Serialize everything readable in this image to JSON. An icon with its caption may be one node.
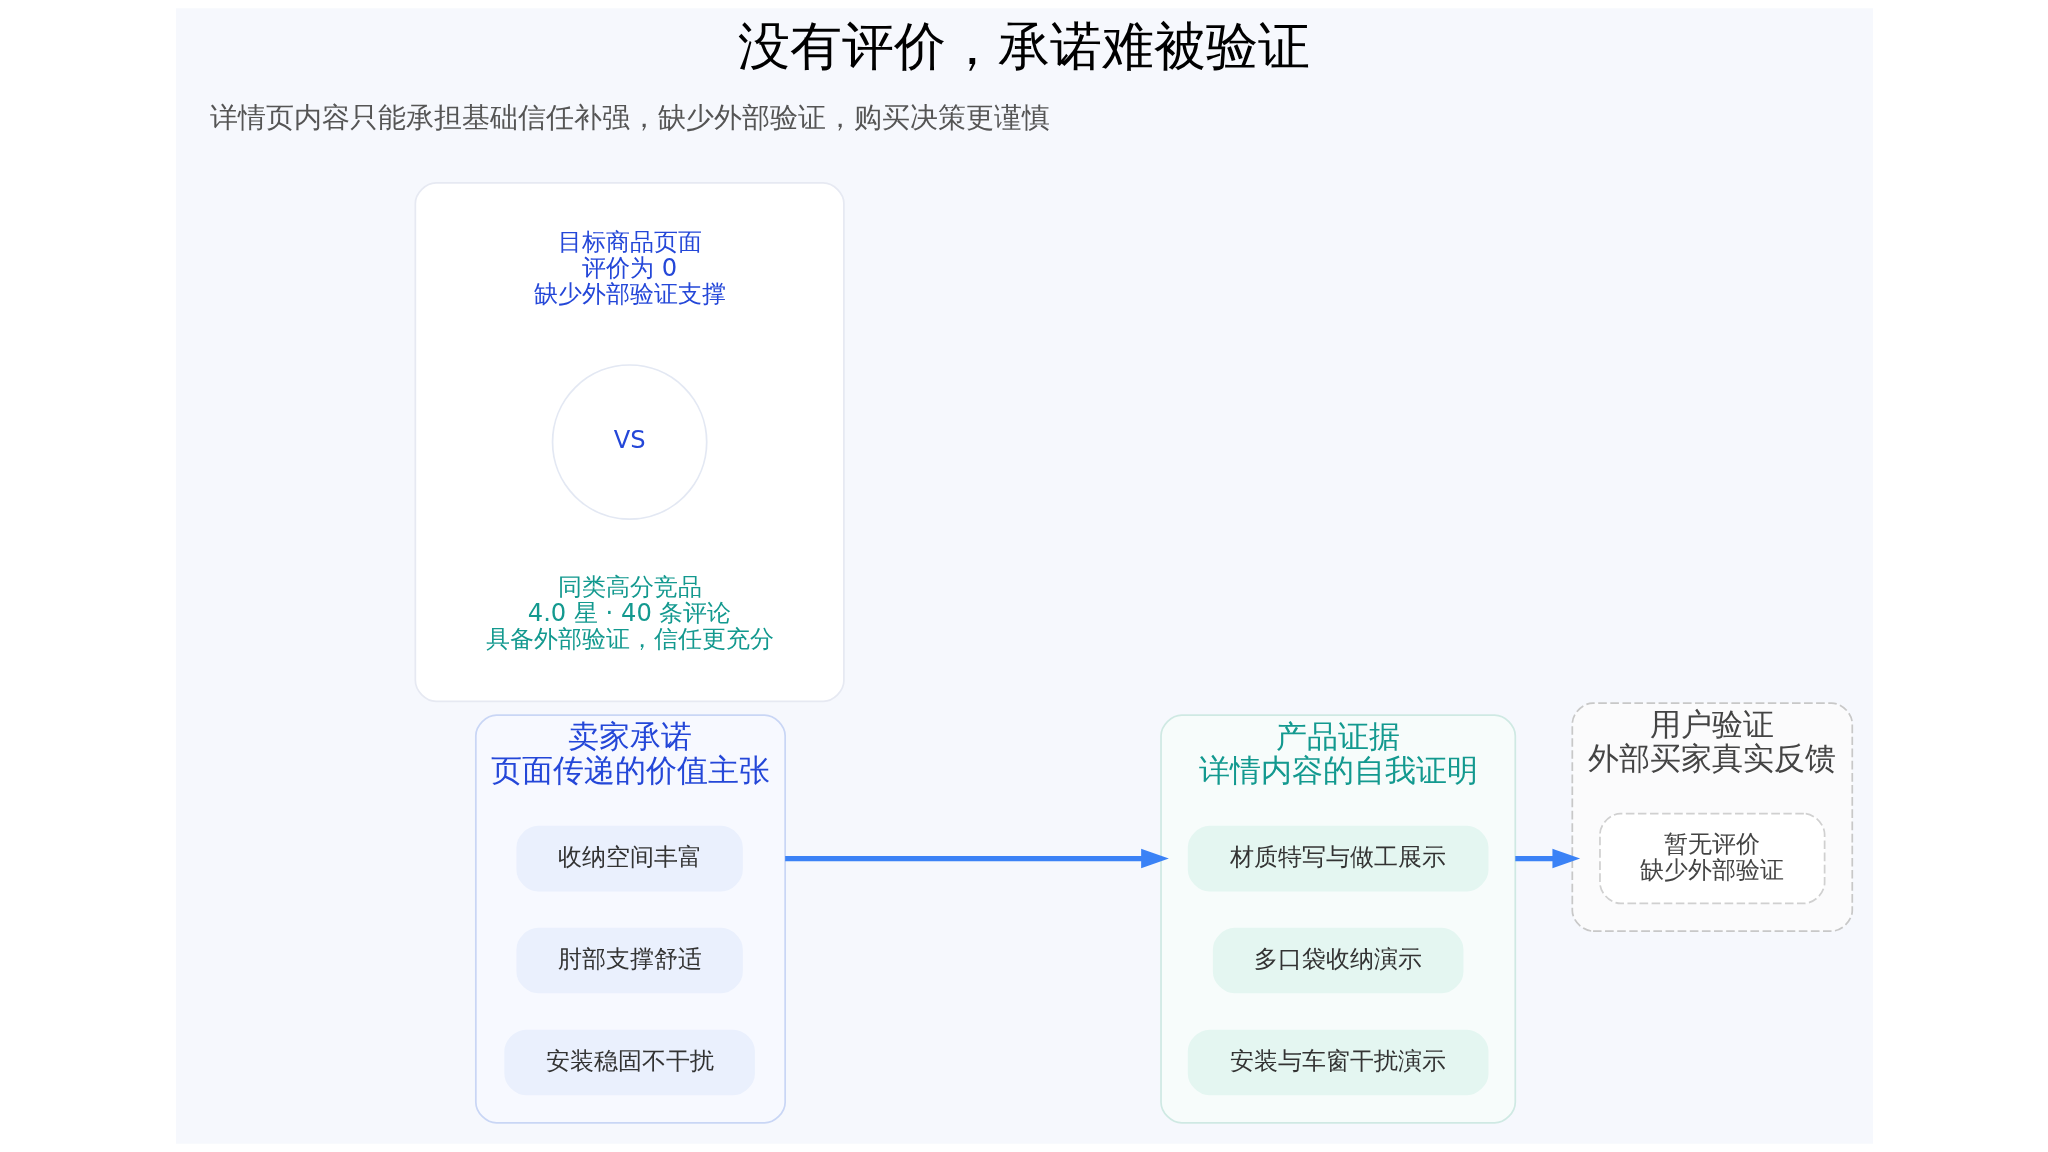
{
  "diagram": {
    "title": "没有评价，承诺难被验证",
    "nodes": [
      {
        "text": [
          "卖家承诺",
          "页面传递的价值主张"
        ]
      },
      {
        "text": [
          "收纳空间丰富"
        ],
        "in": 0
      },
      {
        "text": [
          "肘部支撑舒适"
        ],
        "in": 0
      },
      {
        "text": [
          "安装稳固不干扰"
        ],
        "in": 0
      },
      {
        "text": [
          "产品证据",
          "详情内容的自我证明"
        ]
      },
      {
        "text": [
          "材质特写与做工展示"
        ],
        "in": 4
      },
      {
        "text": [
          "多口袋收纳演示"
        ],
        "in": 4
      },
      {
        "text": [
          "安装与车窗干扰演示"
        ],
        "in": 4
      },
      {
        "text": [
          "用户验证",
          "外部买家真实反馈"
        ]
      },
      {
        "text": [
          "暂无评价",
          "缺少外部验证"
        ],
        "in": 8
      },
      {
        "text": [],
        "shape": "box"
      },
      {
        "text": [
          "目标商品页面",
          "评价为 0",
          "缺少外部验证支撑"
        ],
        "in": 10
      },
      {
        "text": [
          "VS"
        ],
        "in": 10
      },
      {
        "text": [
          "同类高分竞品",
          "4.0 星 · 40 条评论",
          "具备外部验证，信任更充分"
        ],
        "in": 10
      }
    ],
    "edges": [
      {
        "from": 0,
        "to": 4,
        "arrow": "to"
      },
      {
        "from": 4,
        "to": 8,
        "arrow": "to"
      }
    ],
    "labels": [
      "详情页内容只能承担基础信任补强，缺少外部验证，购买决策更谨慎"
    ]
  }
}
